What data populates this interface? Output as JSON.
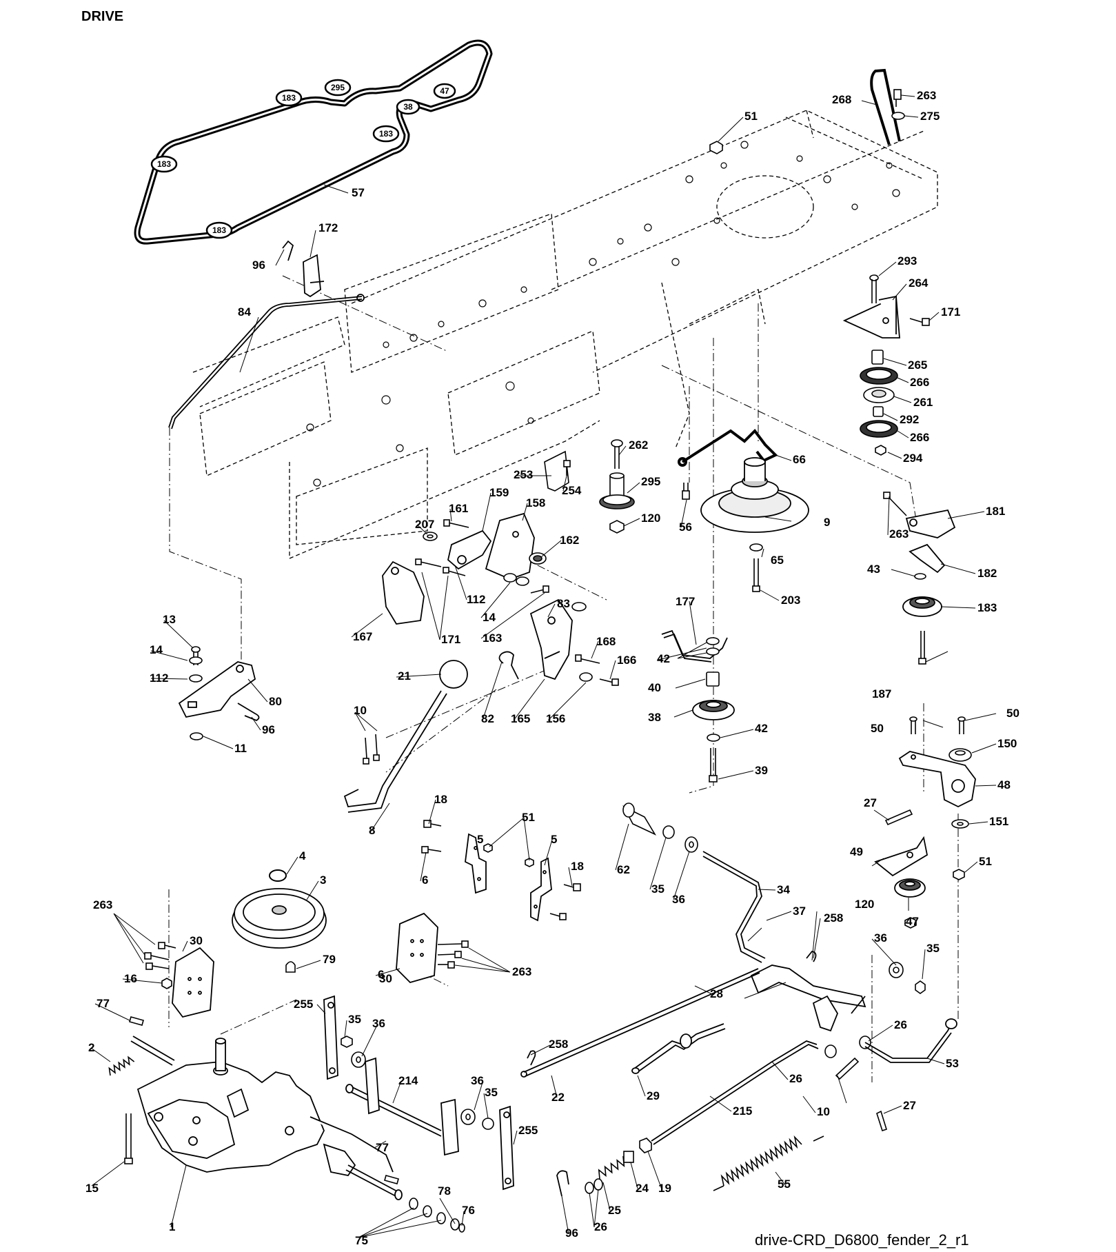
{
  "header": {
    "title_partial": "DRIVE"
  },
  "drawing_id": "drive-CRD_D6800_fender_2_r1",
  "belt_pulley_labels": [
    "295",
    "183",
    "38",
    "47",
    "183",
    "183",
    "183"
  ],
  "callouts": [
    "57",
    "268",
    "263",
    "275",
    "51",
    "172",
    "96",
    "84",
    "293",
    "264",
    "171",
    "265",
    "266",
    "261",
    "292",
    "266",
    "294",
    "262",
    "295",
    "120",
    "66",
    "56",
    "9",
    "253",
    "254",
    "159",
    "161",
    "207",
    "158",
    "162",
    "112",
    "14",
    "163",
    "83",
    "167",
    "171",
    "177",
    "181",
    "263",
    "182",
    "43",
    "183",
    "65",
    "203",
    "13",
    "14",
    "112",
    "80",
    "96",
    "11",
    "21",
    "168",
    "166",
    "82",
    "165",
    "156",
    "42",
    "40",
    "38",
    "42",
    "39",
    "187",
    "10",
    "8",
    "50",
    "50",
    "150",
    "48",
    "27",
    "151",
    "18",
    "5",
    "51",
    "5",
    "6",
    "18",
    "62",
    "35",
    "36",
    "34",
    "49",
    "51",
    "120",
    "47",
    "4",
    "3",
    "263",
    "30",
    "16",
    "79",
    "6",
    "30",
    "263",
    "37",
    "258",
    "36",
    "35",
    "77",
    "2",
    "28",
    "255",
    "35",
    "36",
    "258",
    "26",
    "53",
    "214",
    "36",
    "35",
    "22",
    "29",
    "26",
    "10",
    "27",
    "15",
    "255",
    "77",
    "1",
    "78",
    "76",
    "75",
    "25",
    "24",
    "19",
    "215",
    "55",
    "96",
    "26"
  ]
}
